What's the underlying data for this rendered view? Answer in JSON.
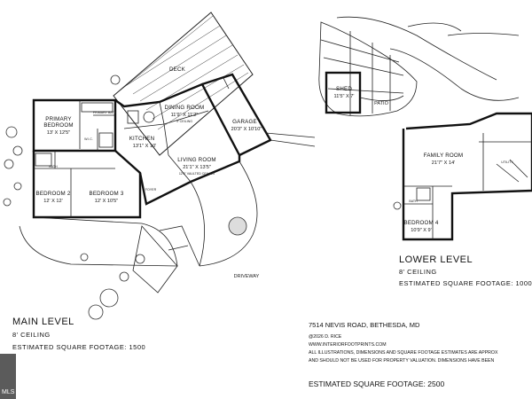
{
  "main_level": {
    "title": "MAIN LEVEL",
    "ceiling": "8' CEILING",
    "sqft": "ESTIMATED SQUARE FOOTAGE: 1500",
    "rooms": {
      "deck": "DECK",
      "primary_bedroom": "PRIMARY\nBEDROOM",
      "primary_bedroom_dim": "13' X 12'5\"",
      "primary_bath": "PRIMARY BATH",
      "wic": "W.I.C.",
      "bath": "BATH",
      "kitchen": "KITCHEN",
      "kitchen_dim": "13'1\" X 10'",
      "dining_room": "DINING ROOM",
      "dining_room_dim": "11'9\" X 11'2\"",
      "dining_ceiling": "9' CEILING",
      "living_room": "LIVING ROOM",
      "living_room_dim": "21'1\" X 13'5\"",
      "living_ceiling": "12'6\" VAULTED CEILING",
      "garage": "GARAGE",
      "garage_dim": "20'3\" X 10'10\"",
      "bedroom2": "BEDROOM 2",
      "bedroom2_dim": "12' X 12'",
      "bedroom3": "BEDROOM 3",
      "bedroom3_dim": "12' X 10'5\"",
      "foyer": "FOYER",
      "driveway": "DRIVEWAY"
    }
  },
  "lower_level": {
    "title": "LOWER LEVEL",
    "ceiling": "8' CEILING",
    "sqft": "ESTIMATED SQUARE FOOTAGE: 1000",
    "rooms": {
      "shed": "SHED",
      "shed_dim": "11'5\" X 7'",
      "patio": "PATIO",
      "family_room": "FAMILY ROOM",
      "family_room_dim": "21'7\" X 14'",
      "utility": "UTILITY",
      "bath": "BATH",
      "bedroom4": "BEDROOM 4",
      "bedroom4_dim": "10'9\" X 9'"
    }
  },
  "info": {
    "address": "7514 NEVIS ROAD, BETHESDA, MD",
    "copyright": "@2026 D. RICE",
    "website": "WWW.INTERIORFOOTPRINTS.COM",
    "disclaimer1": "ALL ILLUSTRATIONS, DIMENSIONS AND SQUARE FOOTAGE ESTIMATES ARE APPROX",
    "disclaimer2": "AND SHOULD NOT BE USED FOR PROPERTY VALUATION. DIMENSIONS HAVE BEEN",
    "total_sqft": "ESTIMATED SQUARE FOOTAGE: 2500"
  },
  "watermark": "MLS"
}
